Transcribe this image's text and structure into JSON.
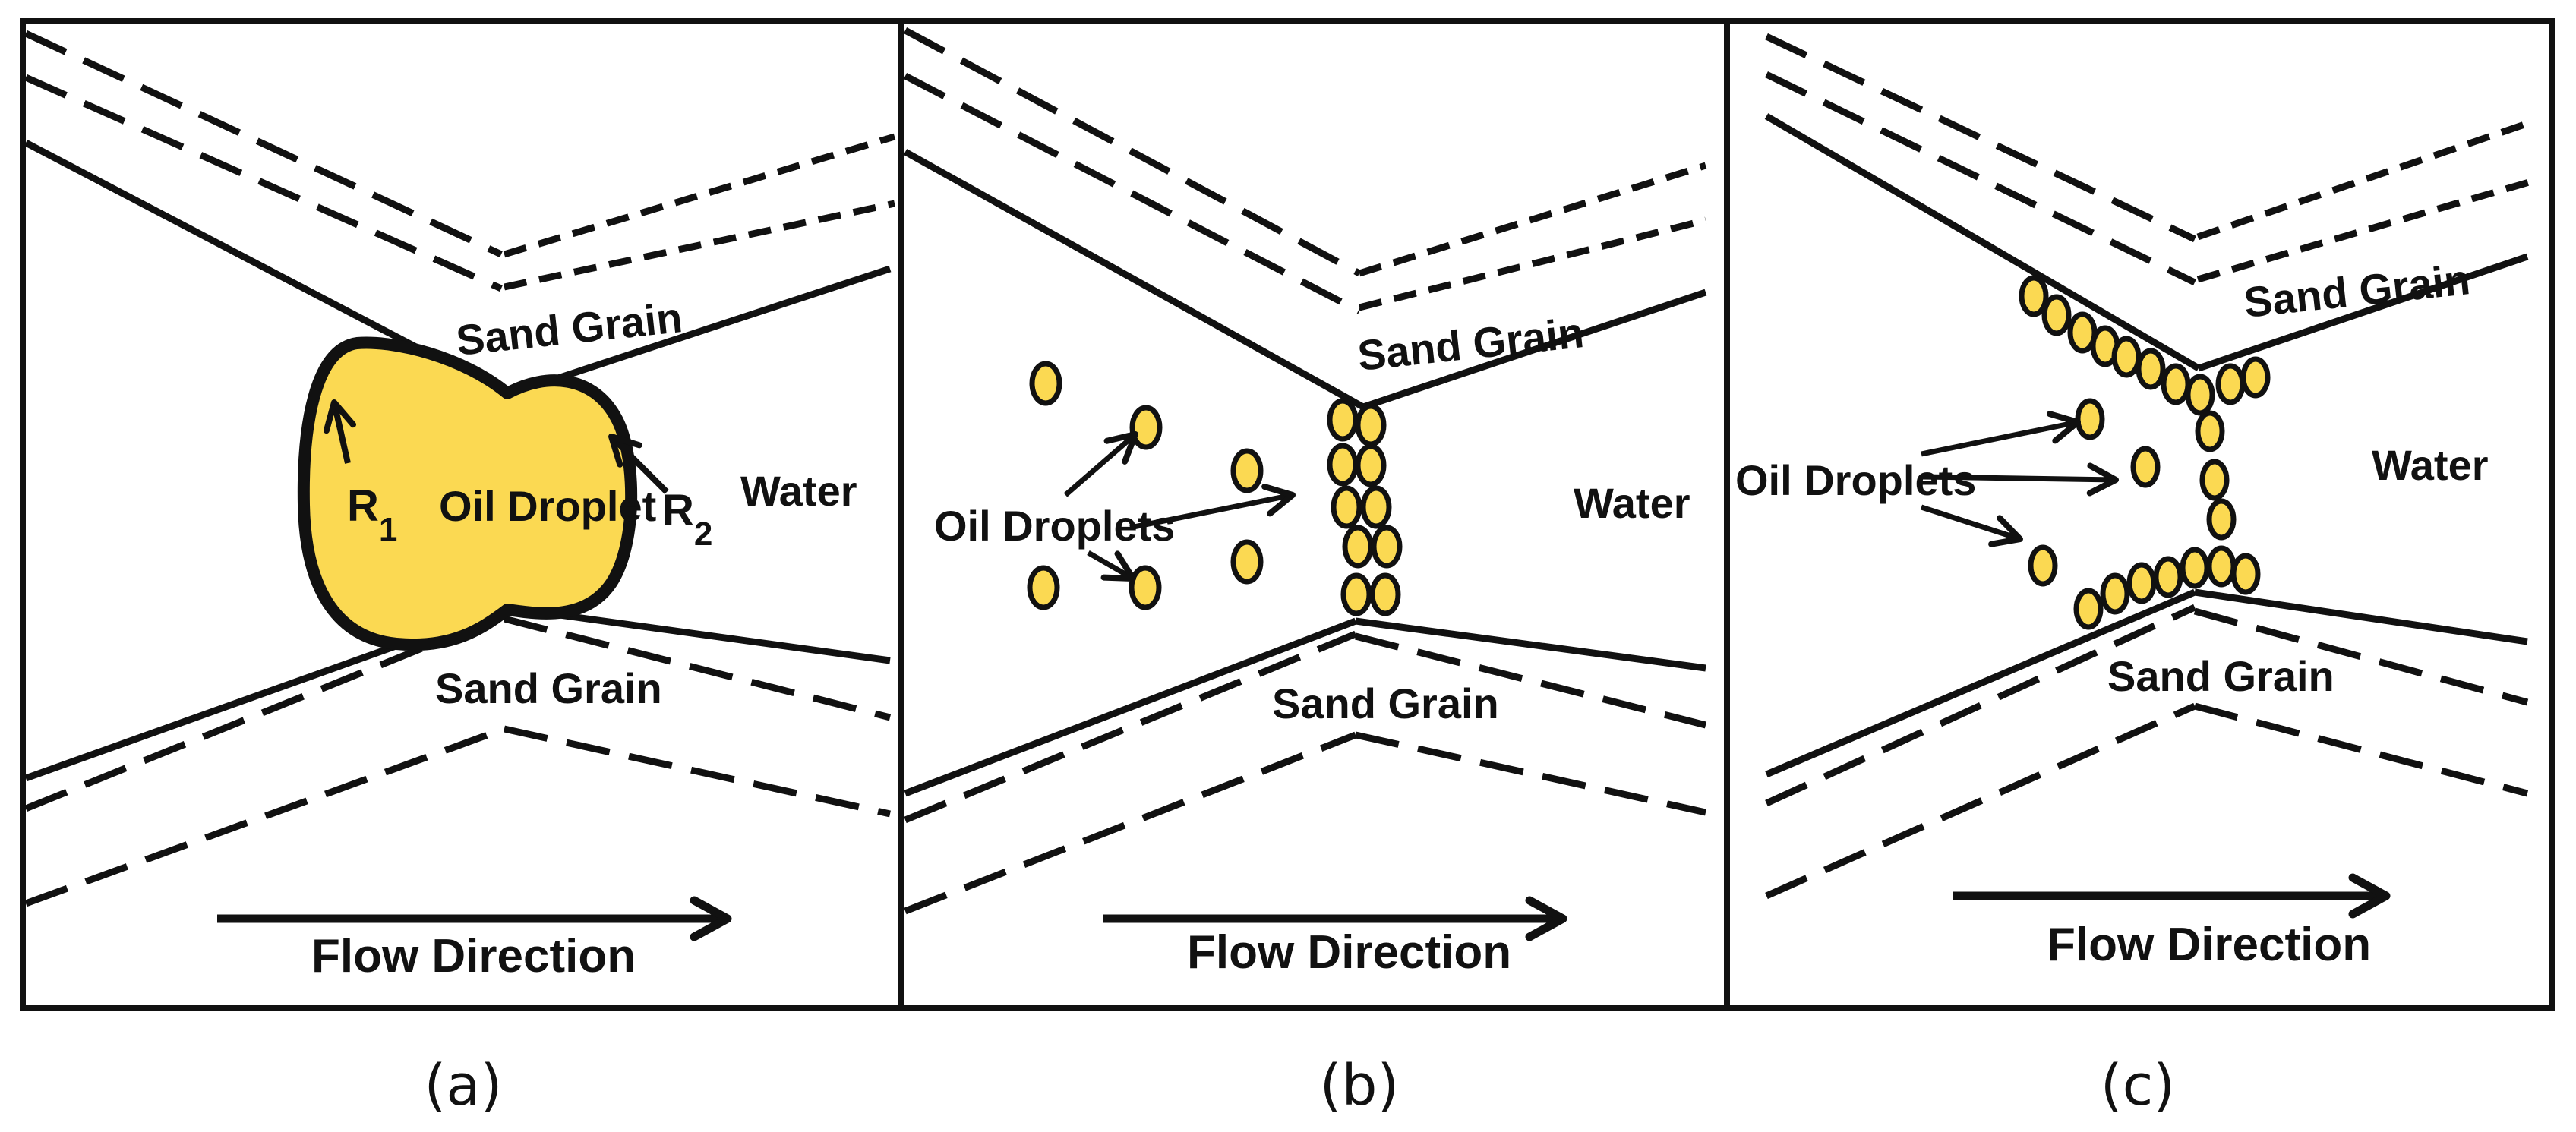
{
  "colors": {
    "oil": "#FBD952",
    "outline": "#111111",
    "background": "#FFFFFF"
  },
  "panels": [
    {
      "caption": "(a)",
      "sand_grain_top": "Sand Grain",
      "sand_grain_bottom": "Sand Grain",
      "water": "Water",
      "droplet": "Oil Droplet",
      "r1": "R",
      "r1_sub": "1",
      "r2": "R",
      "r2_sub": "2",
      "flow": "Flow Direction"
    },
    {
      "caption": "(b)",
      "sand_grain_top": "Sand Grain",
      "sand_grain_bottom": "Sand Grain",
      "water": "Water",
      "droplets": "Oil Droplets",
      "flow": "Flow Direction"
    },
    {
      "caption": "(c)",
      "sand_grain_top": "Sand Grain",
      "sand_grain_bottom": "Sand Grain",
      "water": "Water",
      "droplets": "Oil Droplets",
      "flow": "Flow Direction"
    }
  ]
}
